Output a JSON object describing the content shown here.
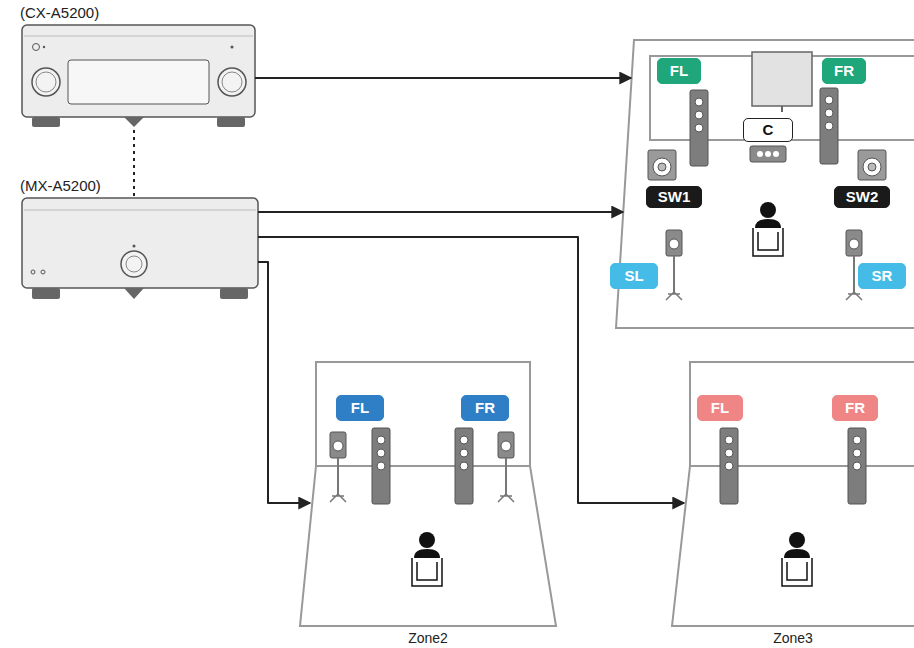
{
  "diagram": {
    "nodes": [
      {
        "text": [
          "(CX-A5200)"
        ]
      },
      {
        "text": [
          "(MX-A5200)"
        ]
      },
      {
        "text": []
      },
      {
        "text": [
          "FL"
        ],
        "in": 2
      },
      {
        "text": [
          "FR"
        ],
        "in": 2
      },
      {
        "text": [
          "C"
        ],
        "in": 2
      },
      {
        "text": [
          "SW1"
        ],
        "in": 2
      },
      {
        "text": [
          "SW2"
        ],
        "in": 2
      },
      {
        "text": [
          "SL"
        ],
        "in": 2
      },
      {
        "text": [
          "SR"
        ],
        "in": 2
      },
      {
        "text": [
          "Zone2"
        ]
      },
      {
        "text": [
          "FL"
        ],
        "in": 10
      },
      {
        "text": [
          "FR"
        ],
        "in": 10
      },
      {
        "text": [
          "Zone3"
        ]
      },
      {
        "text": [
          "FL"
        ],
        "in": 13
      },
      {
        "text": [
          "FR"
        ],
        "in": 13
      }
    ],
    "edges": [
      {
        "from": 0,
        "to": 2,
        "arrow": "to"
      },
      {
        "from": 0,
        "to": 1,
        "arrow": "none"
      },
      {
        "from": 1,
        "to": 2,
        "arrow": "to"
      },
      {
        "from": 1,
        "to": 10,
        "arrow": "to"
      },
      {
        "from": 1,
        "to": 13,
        "arrow": "to"
      }
    ]
  }
}
